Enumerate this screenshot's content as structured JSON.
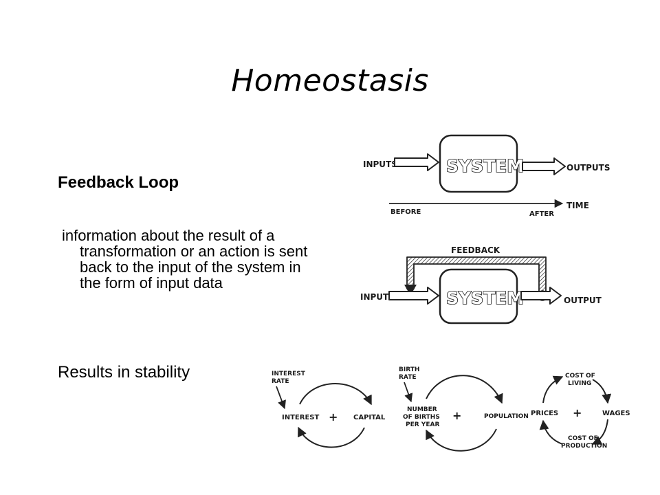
{
  "slide": {
    "title": "Homeostasis",
    "heading": "Feedback Loop",
    "definition": "information about the result of a transformation or an action is sent back to the input of the system in the form of input data",
    "stability": "Results in stability"
  },
  "diagram_top": {
    "inputs": "INPUTS",
    "system": "SYSTEM",
    "outputs": "OUTPUTS",
    "before": "BEFORE",
    "after": "AFTER",
    "time": "TIME"
  },
  "diagram_feedback": {
    "feedback": "FEEDBACK",
    "input": "INPUT",
    "system": "SYSTEM",
    "output": "OUTPUT"
  },
  "loops": {
    "capital": {
      "rate_line1": "INTEREST",
      "rate_line2": "RATE",
      "left": "INTEREST",
      "sign": "+",
      "right": "CAPITAL"
    },
    "population": {
      "rate_line1": "BIRTH",
      "rate_line2": "RATE",
      "left_line1": "NUMBER",
      "left_line2": "OF BIRTHS",
      "left_line3": "PER YEAR",
      "sign": "+",
      "right": "POPULATION"
    },
    "wages": {
      "top_line1": "COST OF",
      "top_line2": "LIVING",
      "left": "PRICES",
      "sign": "+",
      "right": "WAGES",
      "bottom_line1": "COST OF",
      "bottom_line2": "PRODUCTION"
    }
  }
}
